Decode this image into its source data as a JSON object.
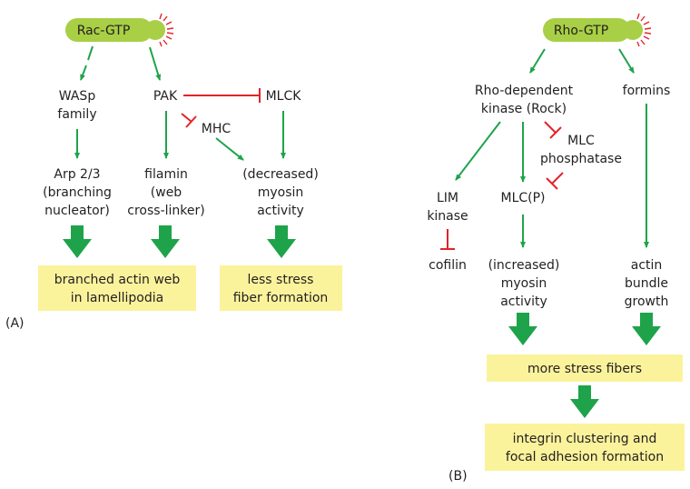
{
  "colors": {
    "pill": "#a8cf45",
    "activate": "#1ea34a",
    "inhibit": "#e3242b",
    "outcome_box": "#fbf39c",
    "text": "#231f20"
  },
  "panel_a": {
    "tag": "(A)",
    "start": "Rac-GTP",
    "wasp": [
      "WASp",
      "family"
    ],
    "pak": "PAK",
    "mlck": "MLCK",
    "mhc": "MHC",
    "arp": [
      "Arp 2/3",
      "(branching",
      "nucleator)"
    ],
    "filamin": [
      "filamin",
      "(web",
      "cross-linker)"
    ],
    "decreased": [
      "(decreased)",
      "myosin",
      "activity"
    ],
    "outcome_left": [
      "branched actin web",
      "in lamellipodia"
    ],
    "outcome_right": [
      "less stress",
      "fiber formation"
    ]
  },
  "panel_b": {
    "tag": "(B)",
    "start": "Rho-GTP",
    "rock": [
      "Rho-dependent",
      "kinase (Rock)"
    ],
    "formins": "formins",
    "mlc_phos": [
      "MLC",
      "phosphatase"
    ],
    "lim": [
      "LIM",
      "kinase"
    ],
    "mlcp": "MLC(P)",
    "cofilin": "cofilin",
    "increased": [
      "(increased)",
      "myosin",
      "activity"
    ],
    "actin": [
      "actin",
      "bundle",
      "growth"
    ],
    "more_stress": "more stress fibers",
    "integrin": [
      "integrin clustering and",
      "focal adhesion formation"
    ]
  }
}
